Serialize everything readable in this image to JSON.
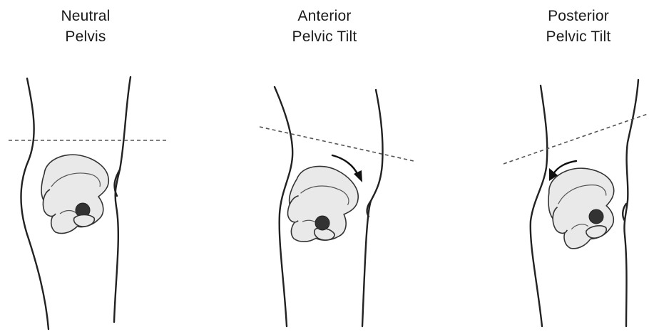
{
  "panels": [
    {
      "key": "neutral",
      "title_line1": "Neutral",
      "title_line2": "Pelvis",
      "tilt": "none"
    },
    {
      "key": "anterior",
      "title_line1": "Anterior",
      "title_line2": "Pelvic Tilt",
      "tilt": "anterior",
      "rotation_arrow": "clockwise"
    },
    {
      "key": "posterior",
      "title_line1": "Posterior",
      "title_line2": "Pelvic Tilt",
      "tilt": "posterior",
      "rotation_arrow": "counter-clockwise"
    }
  ],
  "colors": {
    "outline": "#222222",
    "bone_fill": "#e9e9e9",
    "reference_line": "#555555"
  }
}
